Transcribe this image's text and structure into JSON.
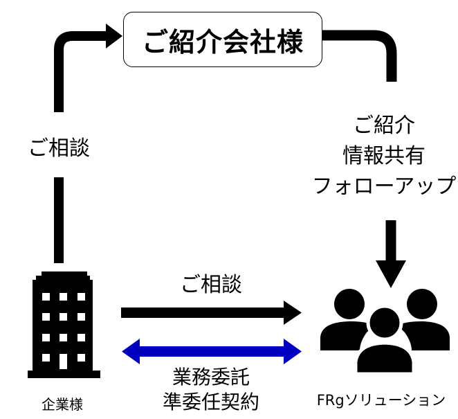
{
  "nodes": {
    "introducer": {
      "label": "ご紹介会社様"
    },
    "company": {
      "label": "企業様",
      "icon": "building-icon"
    },
    "frg": {
      "label": "FRgソリューション",
      "icon": "people-group-icon"
    }
  },
  "edges": {
    "company_to_introducer": {
      "label": "ご相談"
    },
    "introducer_to_frg": {
      "lines": [
        "ご紹介",
        "情報共有",
        "フォローアップ"
      ]
    },
    "company_to_frg": {
      "label": "ご相談"
    },
    "company_frg_contract": {
      "lines": [
        "業務委託",
        "準委任契約"
      ]
    }
  },
  "colors": {
    "arrow_primary": "#000000",
    "arrow_contract": "#0000c0",
    "background": "#ffffff"
  }
}
